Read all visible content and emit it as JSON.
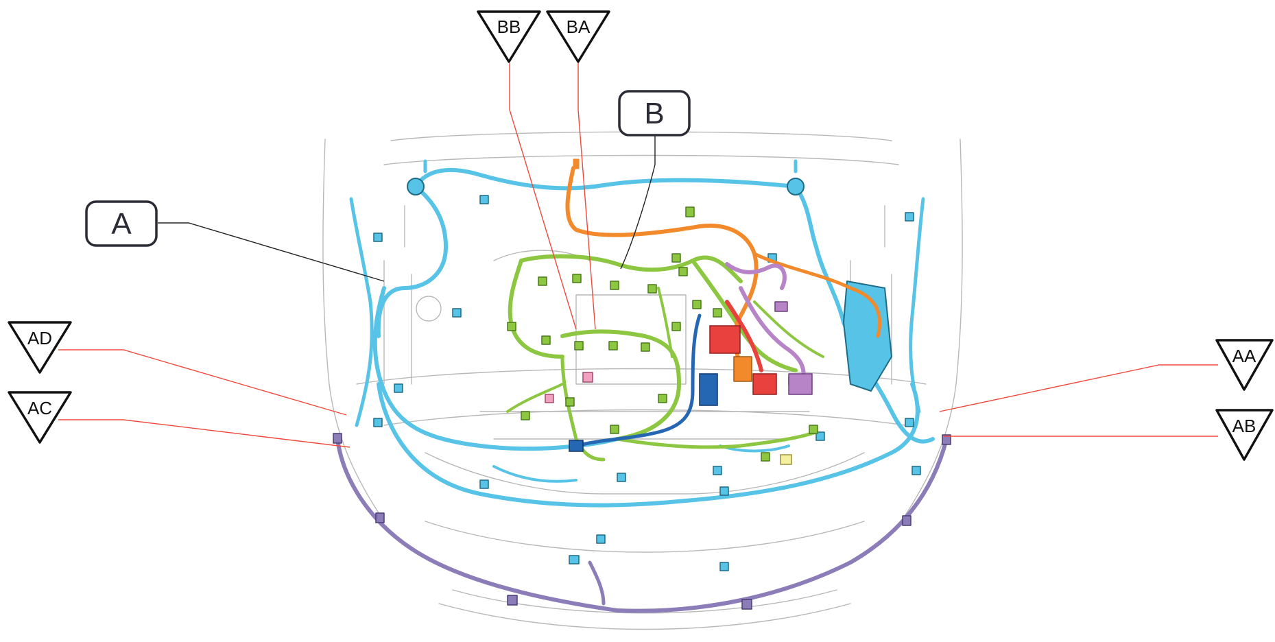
{
  "labels": {
    "harness_a": "A",
    "harness_b": "B",
    "connector_aa": "AA",
    "connector_ab": "AB",
    "connector_ac": "AC",
    "connector_ad": "AD",
    "connector_ba": "BA",
    "connector_bb": "BB"
  },
  "colors": {
    "harness_a": "#57c3e6",
    "harness_b": "#8dc641",
    "orange_harness": "#f28a2c",
    "purple_harness": "#8c7cb8",
    "violet_harness": "#b884c8",
    "red_connectors": "#e8413e",
    "blue_harness": "#2567b2",
    "pink_connectors": "#f2a0c0",
    "yellow_connector": "#f5efa0",
    "leader_callout": "#222222",
    "leader_connector": "#f0483c",
    "vehicle_outline": "#b8b8b8"
  }
}
